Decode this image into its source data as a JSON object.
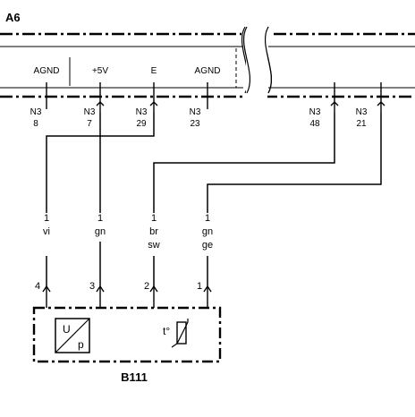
{
  "module": {
    "label": "A6",
    "pins": [
      "AGND",
      "+5V",
      "E",
      "AGND"
    ]
  },
  "connectors": [
    {
      "name": "N3",
      "pin": "8"
    },
    {
      "name": "N3",
      "pin": "7"
    },
    {
      "name": "N3",
      "pin": "29"
    },
    {
      "name": "N3",
      "pin": "23"
    },
    {
      "name": "N3",
      "pin": "48"
    },
    {
      "name": "N3",
      "pin": "21"
    }
  ],
  "wires": [
    {
      "size": "1",
      "color1": "vi",
      "color2": ""
    },
    {
      "size": "1",
      "color1": "gn",
      "color2": ""
    },
    {
      "size": "1",
      "color1": "br",
      "color2": "sw"
    },
    {
      "size": "1",
      "color1": "gn",
      "color2": "ge"
    }
  ],
  "sensor": {
    "label": "B111",
    "terminals": [
      "4",
      "3",
      "2",
      "1"
    ],
    "pressure_symbol": {
      "top": "U",
      "bottom": "p"
    },
    "temp_symbol": "t°"
  },
  "colors": {
    "line": "#000000",
    "background": "#ffffff"
  }
}
